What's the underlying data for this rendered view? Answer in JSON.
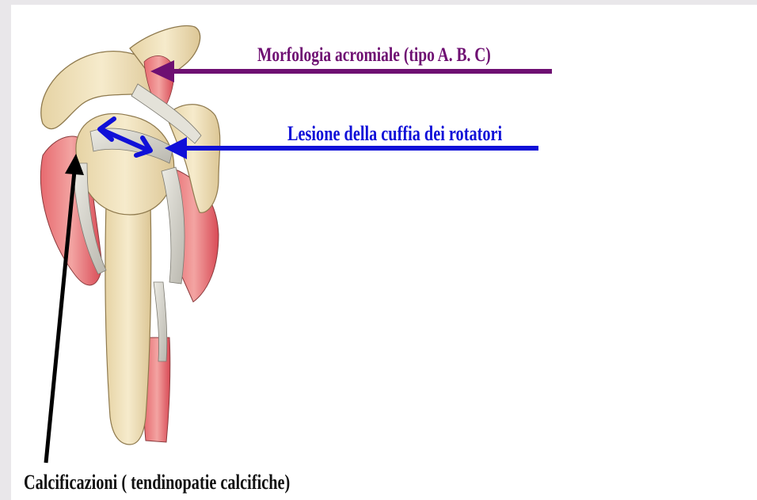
{
  "labels": {
    "acromial_morphology": "Morfologia acromiale (tipo A. B. C)",
    "rotator_cuff_lesion": "Lesione della cuffia dei rotatori",
    "calcifications": "Calcificazioni ( tendinopatie calcifiche)"
  },
  "colors": {
    "acromial_arrow": "#6e0f72",
    "cuff_arrow": "#1010d8",
    "calc_arrow": "#000000",
    "bone": "#f1e3bd",
    "muscle": "#e05b62",
    "tendon": "#d6d4cc"
  }
}
